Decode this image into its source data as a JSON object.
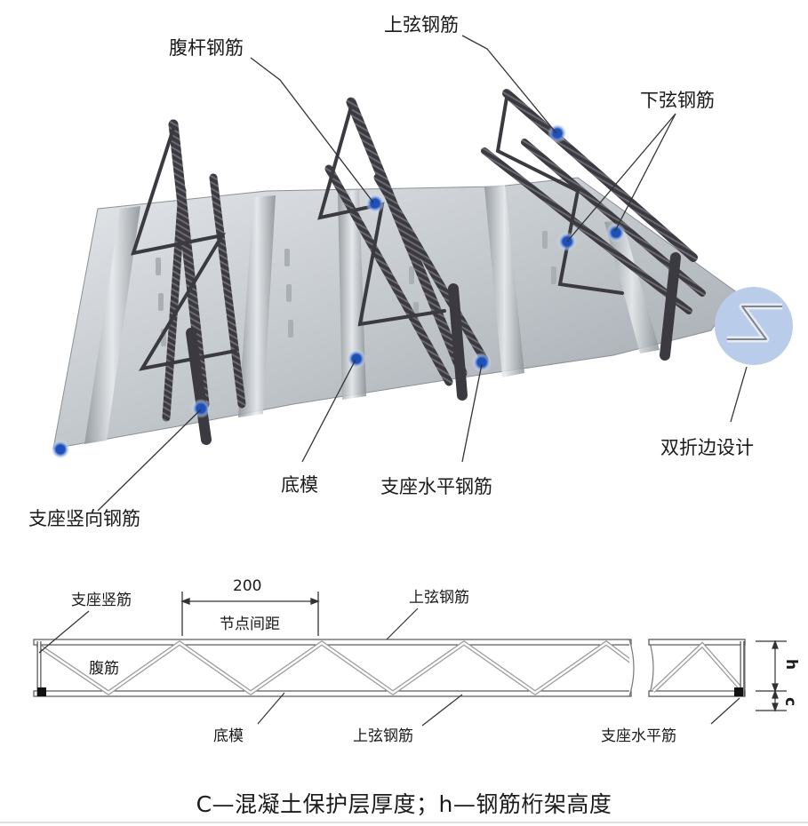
{
  "photo_labels": {
    "web_rebar": "腹杆钢筋",
    "top_chord": "上弦钢筋",
    "bottom_chord": "下弦钢筋",
    "double_fold": "双折边设计",
    "base_form": "底模",
    "support_horizontal": "支座水平钢筋",
    "support_vertical": "支座竖向钢筋"
  },
  "drawing_labels": {
    "support_vertical": "支座竖筋",
    "spacing_value": "200",
    "spacing_label": "节点间距",
    "top_chord": "上弦钢筋",
    "web": "腹筋",
    "base_form": "底模",
    "bottom_chord": "上弦钢筋",
    "support_horizontal": "支座水平筋",
    "h": "h",
    "c": "c"
  },
  "caption": "C—混凝土保护层厚度；h—钢筋桁架高度",
  "colors": {
    "marker": "#1f4fb8",
    "leader": "#333333",
    "rebar": "#3a3a40",
    "steel_sheet": "#c9cdd2",
    "detail_circle": "#b9cdeb"
  }
}
